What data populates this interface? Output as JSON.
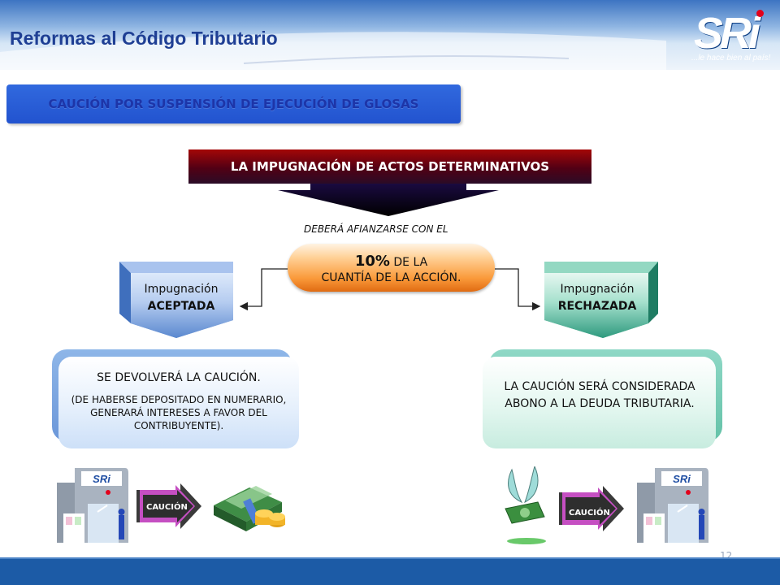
{
  "header": {
    "title": "Reformas al Código Tributario",
    "logo_text": "SRi",
    "logo_tagline": "...le hace bien al país!"
  },
  "section_banner": "CAUCIÓN POR SUSPENSIÓN DE EJECUCIÓN DE GLOSAS",
  "top_box": "LA IMPUGNACIÓN DE ACTOS DETERMINATIVOS",
  "debera_text": "DEBERÁ AFIANZARSE CON EL",
  "pill": {
    "percent": "10%",
    "line1_rest": "DE LA",
    "line2": "CUANTÍA DE LA ACCIÓN."
  },
  "left_branch": {
    "line1": "Impugnación",
    "line2": "ACEPTADA",
    "box_title": "SE DEVOLVERÁ LA CAUCIÓN.",
    "box_body": "(DE HABERSE DEPOSITADO EN NUMERARIO, GENERARÁ INTERESES A FAVOR DEL CONTRIBUYENTE)."
  },
  "right_branch": {
    "line1": "Impugnación",
    "line2": "RECHAZADA",
    "box_body": "LA CAUCIÓN SERÁ CONSIDERADA ABONO A LA DEUDA TRIBUTARIA."
  },
  "arrow_labels": {
    "left": "CAUCIÓN",
    "right": "CAUCIÓN"
  },
  "building_sign": "SRi",
  "page_number": "12",
  "colors": {
    "title": "#1f3f94",
    "top_box": "#520014",
    "pill": "#fa9a3a",
    "aceptada": "#5a88cf",
    "rechazada": "#2e9a7e",
    "footer": "#1c5ba6"
  }
}
